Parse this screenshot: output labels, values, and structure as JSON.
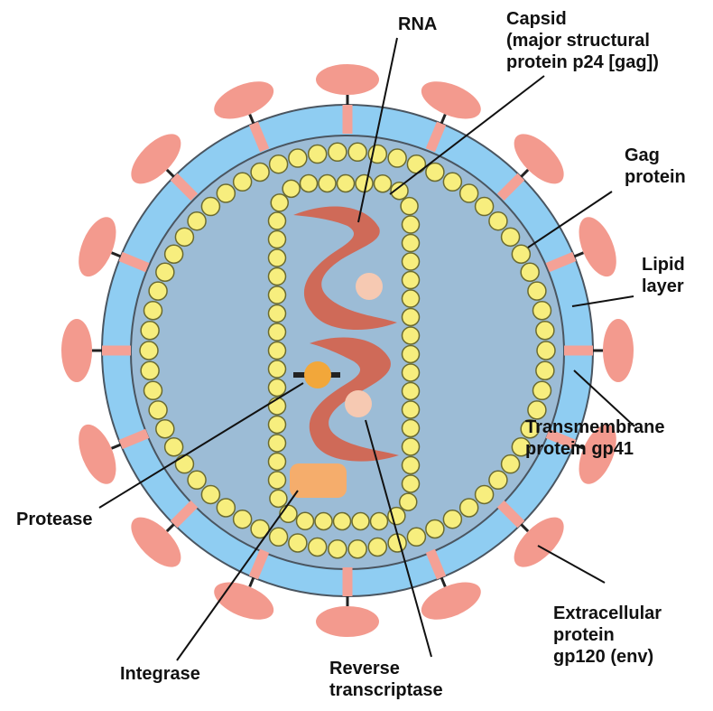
{
  "colors": {
    "envelope": "#8fcdf2",
    "matrix": "#9cbcd6",
    "outline": "#4a5560",
    "gag_bead": "#f7ee7e",
    "gag_bead_stroke": "#6a6a30",
    "spike": "#f39a8e",
    "spike_stalk": "#f4a196",
    "anchor": "#222222",
    "rna": "#cf6a58",
    "reverse_transcriptase": "#f6c9b2",
    "protease": "#f2a73a",
    "integrase": "#f5ad6c"
  },
  "labels": {
    "rna": "RNA",
    "capsid": [
      "Capsid",
      "(major structural",
      "protein p24 [gag])"
    ],
    "gag_protein": [
      "Gag",
      "protein"
    ],
    "lipid_layer": [
      "Lipid",
      "layer"
    ],
    "transmembrane": [
      "Transmembrane",
      "protein gp41"
    ],
    "extracellular": [
      "Extracellular",
      "protein",
      "gp120 (env)"
    ],
    "protease": "Protease",
    "integrase": "Integrase",
    "reverse_transcriptase": [
      "Reverse",
      "transcriptase"
    ]
  }
}
